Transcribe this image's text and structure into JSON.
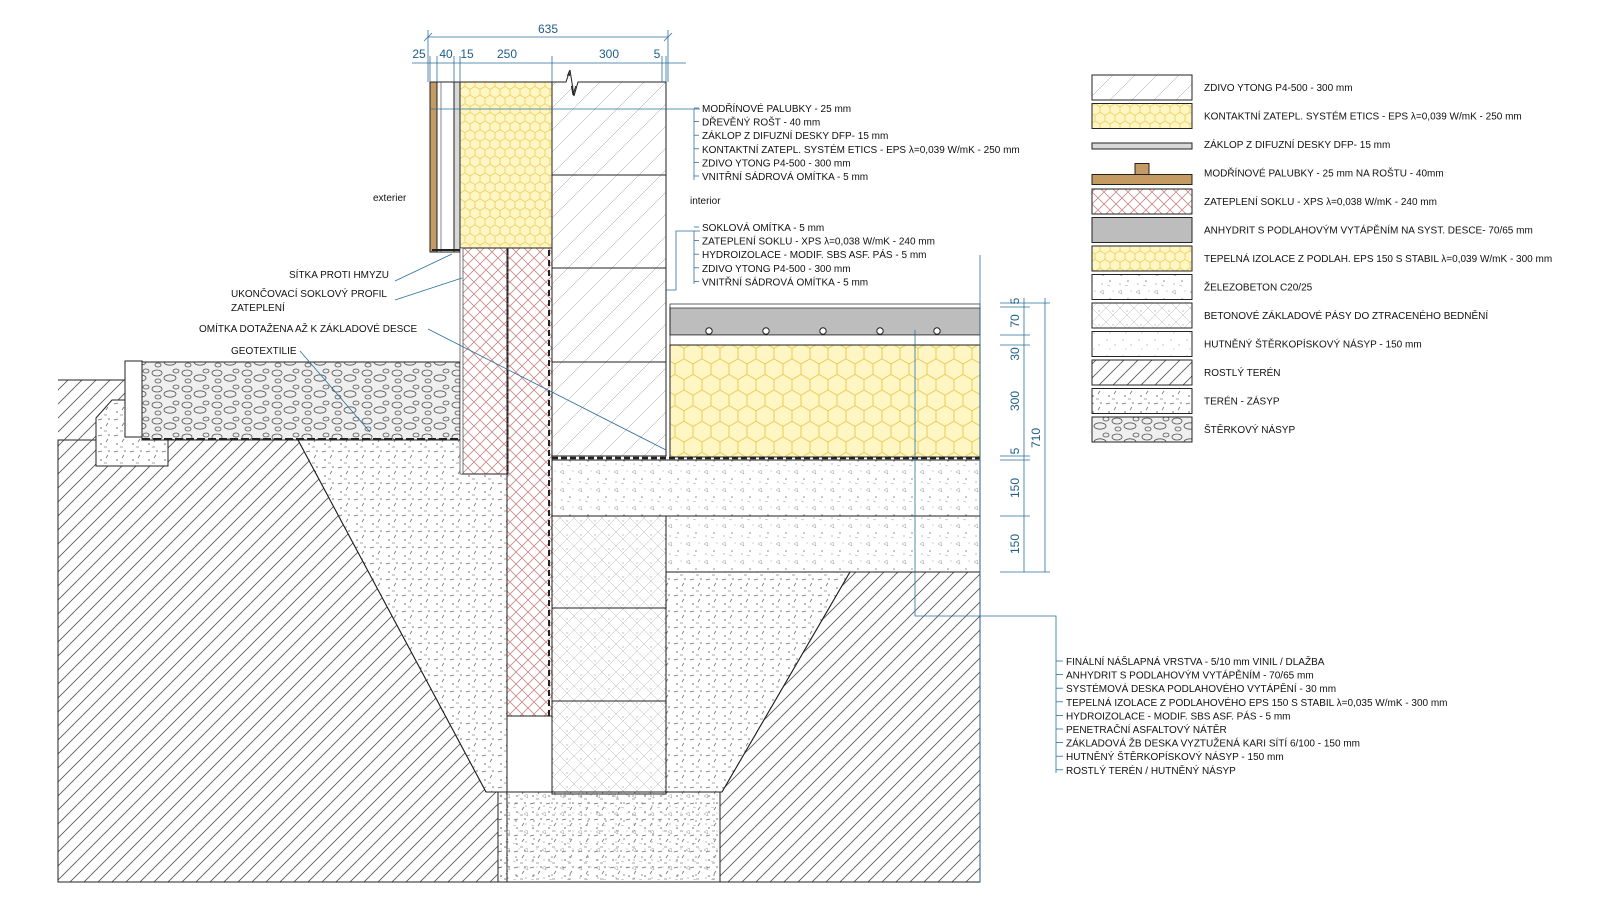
{
  "colors": {
    "eps_fill": "#fff6c4",
    "eps_stroke": "#e6c84a",
    "xps_stroke": "#c88888",
    "wood": "#c59a63",
    "anhydrite": "#bdbdbd",
    "dimension": "#2a6f9e",
    "line": "#222222"
  },
  "dimensions": {
    "top_total": "635",
    "top_parts": [
      "25",
      "40",
      "15",
      "250",
      "300",
      "5"
    ],
    "right_parts": [
      "5",
      "70",
      "30",
      "300",
      "5",
      "150",
      "150"
    ],
    "right_total": "710"
  },
  "labels": {
    "exterior": "exterier",
    "interior": "interior"
  },
  "wall_layers": [
    "MODŘÍNOVÉ PALUBKY - 25 mm",
    "DŘEVĚNÝ ROŠT - 40 mm",
    "ZÁKLOP Z DIFUZNÍ DESKY DFP- 15 mm",
    "KONTAKTNÍ ZATEPL. SYSTÉM ETICS - EPS λ=0,039 W/mK - 250 mm",
    "ZDIVO YTONG P4-500 - 300 mm",
    "VNITŘNÍ SÁDROVÁ OMÍTKA - 5 mm"
  ],
  "plinth_layers": [
    "SOKLOVÁ OMÍTKA - 5 mm",
    "ZATEPLENÍ SOKLU - XPS λ=0,038 W/mK - 240 mm",
    "HYDROIZOLACE - MODIF. SBS ASF.  PÁS - 5 mm",
    "ZDIVO YTONG P4-500 - 300 mm",
    "VNITŘNÍ SÁDROVÁ OMÍTKA - 5 mm"
  ],
  "left_notes": [
    "SÍTKA PROTI HMYZU",
    "UKONČOVACÍ SOKLOVÝ PROFIL",
    "ZATEPLENÍ",
    "OMÍTKA DOTAŽENA AŽ K ZÁKLADOVÉ DESCE",
    "GEOTEXTILIE"
  ],
  "floor_layers": [
    "FINÁLNÍ NÁŠLAPNÁ VRSTVA - 5/10 mm VINIL / DLAŽBA",
    "ANHYDRIT S PODLAHOVÝM VYTÁPĚNÍM - 70/65 mm",
    "SYSTÉMOVÁ DESKA PODLAHOVÉHO VYTÁPĚNÍ - 30 mm",
    "TEPELNÁ IZOLACE Z PODLAHOVÉHO EPS 150 S STABIL λ=0,035 W/mK - 300 mm",
    "HYDROIZOLACE - MODIF. SBS ASF.  PÁS - 5 mm",
    "PENETRAČNÍ ASFALTOVÝ NÁTĚR",
    "ZÁKLADOVÁ ŽB DESKA VYZTUŽENÁ KARI SÍTÍ 6/100 - 150 mm",
    "HUTNĚNÝ ŠTĚRKOPÍSKOVÝ NÁSYP - 150 mm",
    "ROSTLÝ TERÉN / HUTNĚNÝ NÁSYP"
  ],
  "legend": [
    {
      "label": "ZDIVO YTONG P4-500 - 300 mm",
      "swatch": "ytong"
    },
    {
      "label": "KONTAKTNÍ ZATEPL. SYSTÉM ETICS - EPS λ=0,039 W/mK - 250 mm",
      "swatch": "eps"
    },
    {
      "label": "ZÁKLOP Z DIFUZNÍ DESKY DFP- 15 mm",
      "swatch": "dfp"
    },
    {
      "label": "MODŘÍNOVÉ PALUBKY - 25 mm NA ROŠTU - 40mm",
      "swatch": "wood"
    },
    {
      "label": "ZATEPLENÍ SOKLU - XPS λ=0,038 W/mK - 240 mm",
      "swatch": "xps"
    },
    {
      "label": "ANHYDRIT S PODLAHOVÝM VYTÁPĚNÍM NA SYST. DESCE- 70/65 mm",
      "swatch": "anhydrite"
    },
    {
      "label": "TEPELNÁ IZOLACE Z PODLAH. EPS 150 S STABIL λ=0,039 W/mK - 300 mm",
      "swatch": "eps"
    },
    {
      "label": "ŽELEZOBETON C20/25",
      "swatch": "concrete"
    },
    {
      "label": "BETONOVÉ ZÁKLADOVÉ PÁSY DO ZTRACENÉHO BEDNĚNÍ",
      "swatch": "blocks"
    },
    {
      "label": "HUTNĚNÝ ŠTĚRKOPÍSKOVÝ NÁSYP - 150 mm",
      "swatch": "sand"
    },
    {
      "label": "ROSTLÝ TERÉN",
      "swatch": "soil"
    },
    {
      "label": "TERÉN - ZÁSYP",
      "swatch": "backfill"
    },
    {
      "label": "ŠTĚRKOVÝ NÁSYP",
      "swatch": "gravel"
    }
  ]
}
